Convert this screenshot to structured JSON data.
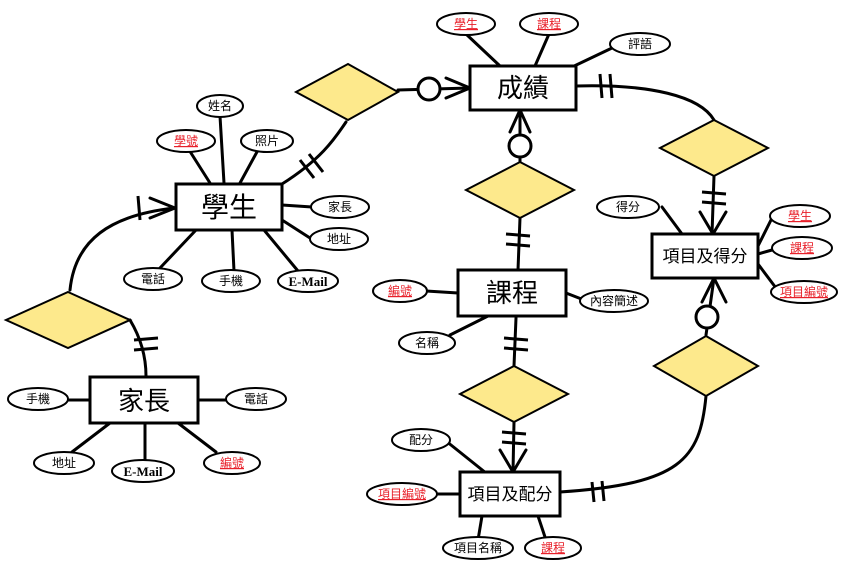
{
  "entities": {
    "student": "學生",
    "grade": "成績",
    "course": "課程",
    "parent": "家長",
    "item_score": "項目及得分",
    "item_alloc": "項目及配分"
  },
  "attributes": {
    "student_id": "學號",
    "student_name": "姓名",
    "student_photo": "照片",
    "student_parent": "家長",
    "student_address": "地址",
    "student_phone": "電話",
    "student_mobile": "手機",
    "student_email": "E-Mail",
    "grade_student": "學生",
    "grade_course": "課程",
    "grade_comment": "評語",
    "course_id": "編號",
    "course_name": "名稱",
    "course_summary": "內容簡述",
    "parent_mobile": "手機",
    "parent_phone": "電話",
    "parent_address": "地址",
    "parent_email": "E-Mail",
    "parent_id": "編號",
    "score_score": "得分",
    "score_student": "學生",
    "score_course": "課程",
    "score_item_id": "項目編號",
    "alloc_points": "配分",
    "alloc_item_id": "項目編號",
    "alloc_item_name": "項目名稱",
    "alloc_course": "課程"
  }
}
